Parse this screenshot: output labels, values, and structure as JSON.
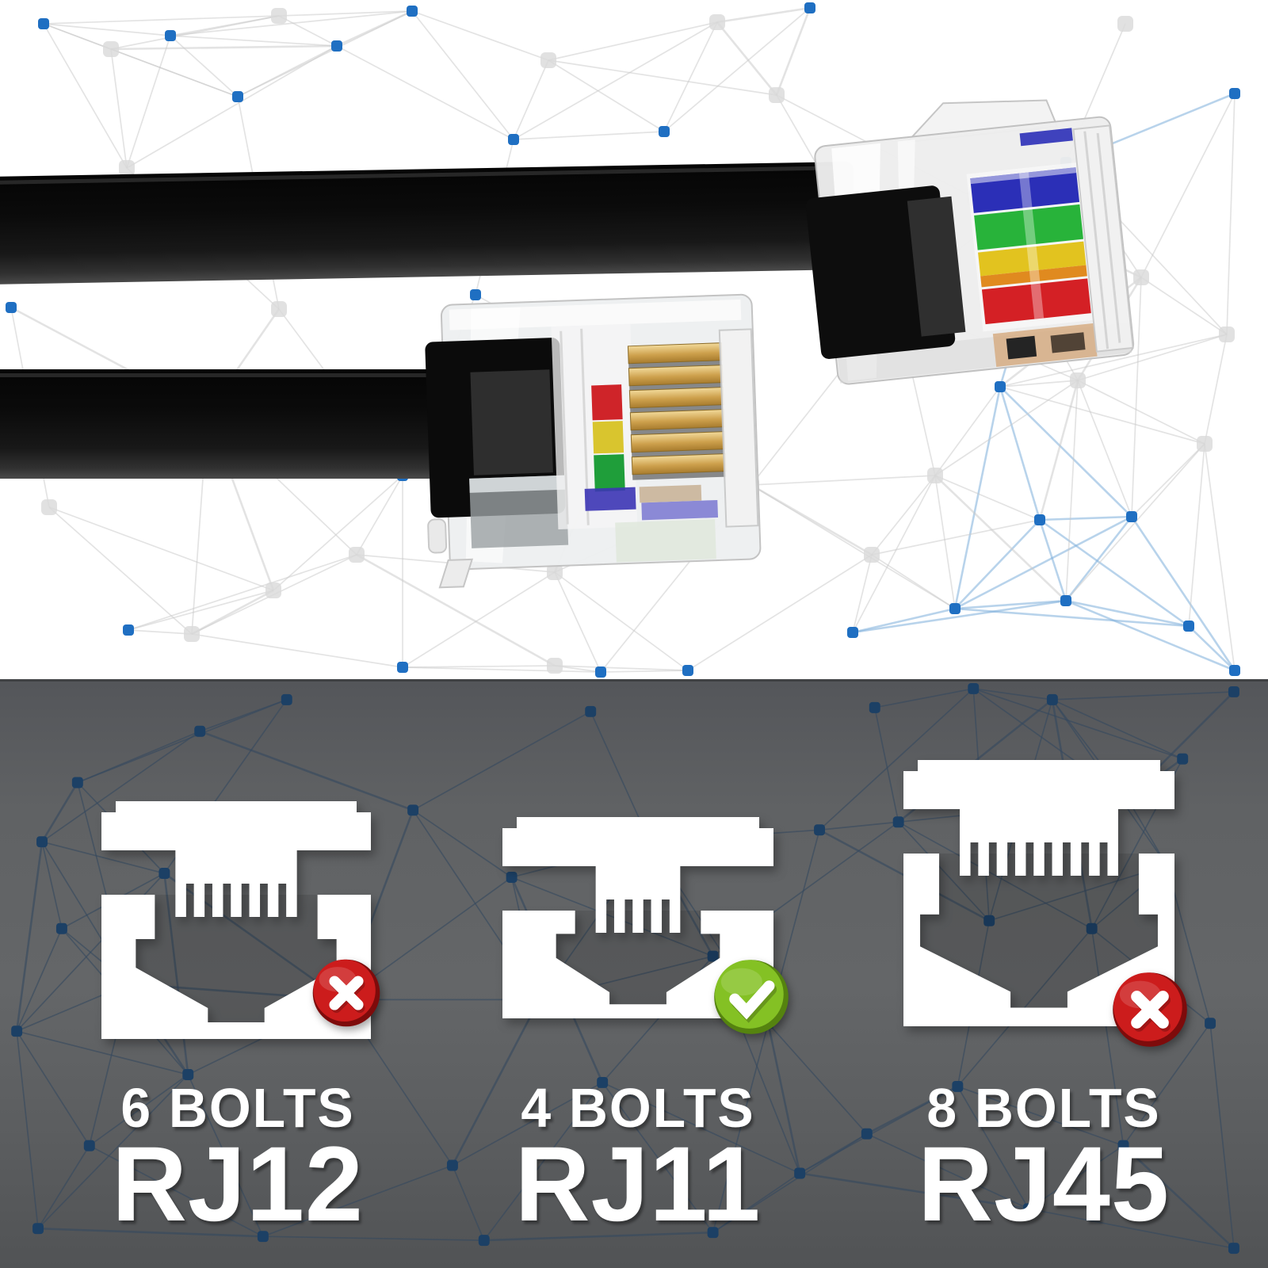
{
  "hero": {
    "scene": "two black flat telephone cables with transparent modular plugs",
    "objects": {
      "cable_top": "black-flat-cable",
      "plug_top": "clear-rj-plug-colored-wires",
      "cable_bottom": "black-flat-cable",
      "plug_bottom": "clear-rj-plug-gold-pins"
    },
    "wire_colors": [
      "#2b2fb7",
      "#28b33a",
      "#e2c31f",
      "#e08a1f",
      "#d42025"
    ],
    "plexus": {
      "dot_color": "#1f6fc2",
      "gray_dot_color": "#d9d9d9",
      "line_color": "#c9c9c9",
      "blue_line_color": "#7fb0dc"
    }
  },
  "comparison": {
    "background": "#5d5f61",
    "plexus": {
      "dot_color": "#1c4065",
      "line_color": "#35495f"
    },
    "items": [
      {
        "id": "rj12",
        "bolts_label": "6 BOLTS",
        "name": "RJ12",
        "pins": 6,
        "status": "not-compatible",
        "badge": "x-mark-icon",
        "badge_color": "#cc1c1c",
        "badge_dark": "#7e0b0b"
      },
      {
        "id": "rj11",
        "bolts_label": "4 BOLTS",
        "name": "RJ11",
        "pins": 4,
        "status": "compatible",
        "badge": "check-icon",
        "badge_color": "#84c124",
        "badge_dark": "#55830f"
      },
      {
        "id": "rj45",
        "bolts_label": "8 BOLTS",
        "name": "RJ45",
        "pins": 8,
        "status": "not-compatible",
        "badge": "x-mark-icon",
        "badge_color": "#cc1c1c",
        "badge_dark": "#7e0b0b"
      }
    ]
  }
}
